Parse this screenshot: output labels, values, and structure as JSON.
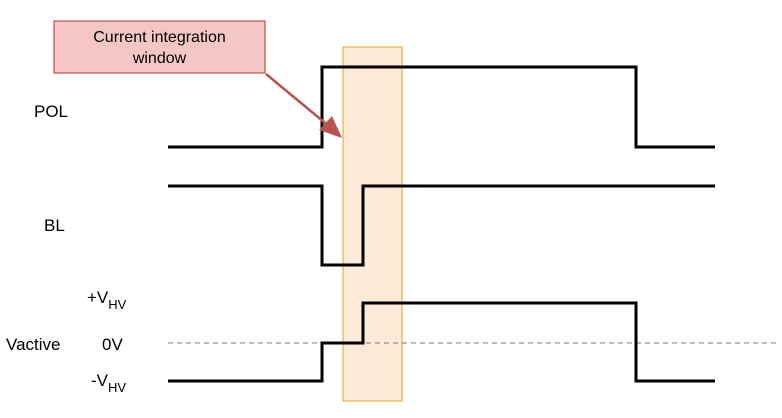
{
  "callout": {
    "line1": "Current integration",
    "line2": "window"
  },
  "signals": {
    "pol": "POL",
    "bl": "BL",
    "vactive": "Vactive"
  },
  "levels": {
    "plus_prefix": "+V",
    "plus_sub": "HV",
    "zero": "0V",
    "minus_prefix": "-V",
    "minus_sub": "HV"
  },
  "colors": {
    "window_fill": "#fde9d8",
    "window_stroke": "#e8b14a",
    "callout_fill": "#f4c6c6",
    "callout_stroke": "#b85450",
    "arrow": "#b85450",
    "signal": "#000000"
  }
}
